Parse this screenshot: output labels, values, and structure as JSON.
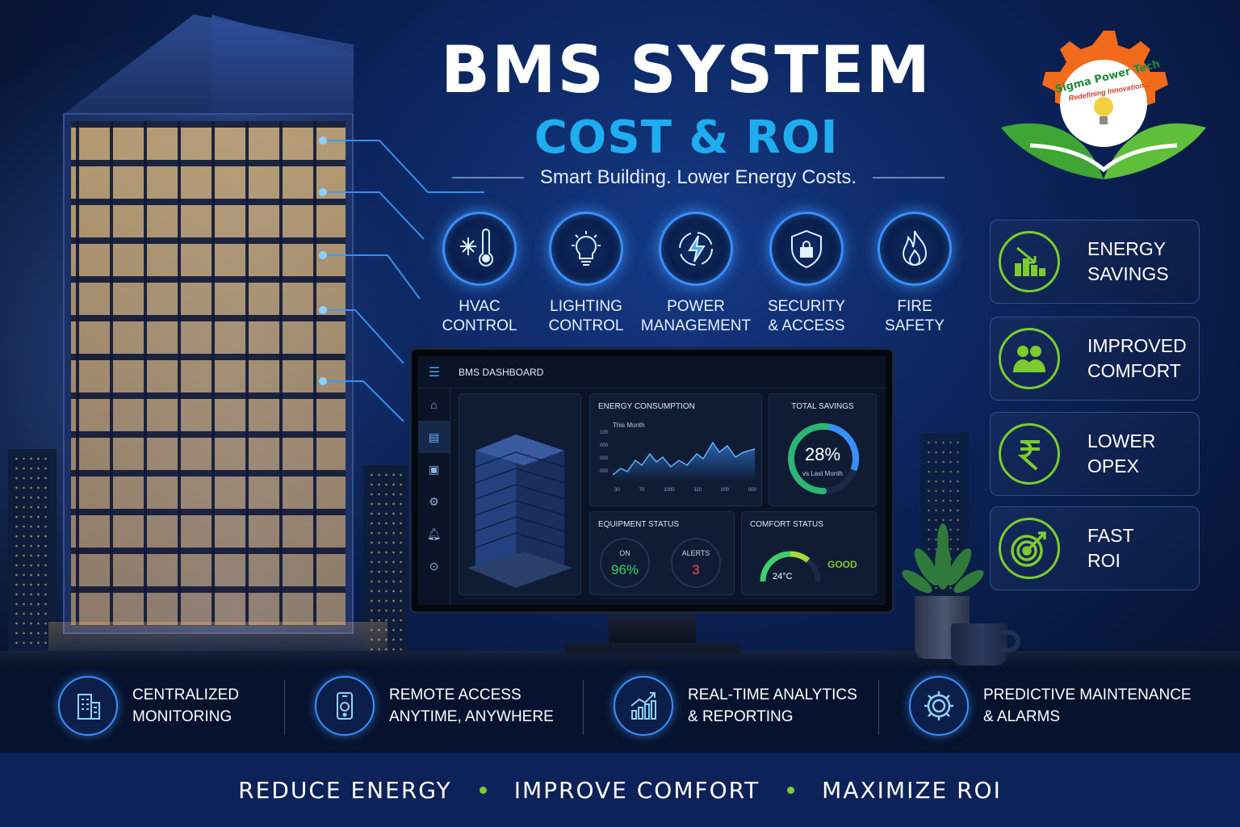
{
  "header": {
    "title": "BMS SYSTEM",
    "subtitle": "COST & ROI",
    "tagline": "Smart Building. Lower Energy Costs."
  },
  "logo": {
    "name": "Sigma Power Tech",
    "slogan": "Redefining Innovation..."
  },
  "features": [
    {
      "label_line1": "HVAC",
      "label_line2": "CONTROL",
      "icon": "thermometer-snowflake-icon"
    },
    {
      "label_line1": "LIGHTING",
      "label_line2": "CONTROL",
      "icon": "lightbulb-icon"
    },
    {
      "label_line1": "POWER",
      "label_line2": "MANAGEMENT",
      "icon": "lightning-icon"
    },
    {
      "label_line1": "SECURITY",
      "label_line2": "& ACCESS",
      "icon": "shield-lock-icon"
    },
    {
      "label_line1": "FIRE",
      "label_line2": "SAFETY",
      "icon": "flame-icon"
    }
  ],
  "benefits": [
    {
      "line1": "ENERGY",
      "line2": "SAVINGS",
      "icon": "bar-chart-down-icon"
    },
    {
      "line1": "IMPROVED",
      "line2": "COMFORT",
      "icon": "people-icon"
    },
    {
      "line1": "LOWER",
      "line2": "OPEX",
      "icon": "rupee-icon"
    },
    {
      "line1": "FAST",
      "line2": "ROI",
      "icon": "target-icon"
    }
  ],
  "dashboard": {
    "title": "BMS DASHBOARD",
    "energy": {
      "title": "ENERGY CONSUMPTION",
      "legend": "This Month",
      "y_ticks": [
        "100",
        "000",
        "000",
        "000"
      ],
      "x_ticks": [
        "30",
        "70",
        "1000",
        "110",
        "000",
        "000"
      ]
    },
    "savings": {
      "title": "TOTAL SAVINGS",
      "value": "28%",
      "caption": "vs Last Month",
      "fraction": 0.28
    },
    "equipment": {
      "title": "EQUIPMENT STATUS",
      "on_label": "ON",
      "on_value": "96%",
      "alerts_label": "ALERTS",
      "alerts_value": "3"
    },
    "comfort": {
      "title": "COMFORT STATUS",
      "temp": "24°C",
      "status": "GOOD"
    }
  },
  "bottom_features": [
    {
      "line1": "CENTRALIZED",
      "line2": "MONITORING",
      "icon": "buildings-icon"
    },
    {
      "line1": "REMOTE ACCESS",
      "line2": "ANYTIME, ANYWHERE",
      "icon": "smartphone-icon"
    },
    {
      "line1": "REAL-TIME ANALYTICS",
      "line2": "& REPORTING",
      "icon": "growth-chart-icon"
    },
    {
      "line1": "PREDICTIVE MAINTENANCE",
      "line2": "& ALARMS",
      "icon": "gear-icon"
    }
  ],
  "footer": [
    "REDUCE ENERGY",
    "IMPROVE COMFORT",
    "MAXIMIZE ROI"
  ],
  "colors": {
    "accent_blue": "#1eaef0",
    "accent_green": "#7ccc2e",
    "background": "#0b2156"
  }
}
